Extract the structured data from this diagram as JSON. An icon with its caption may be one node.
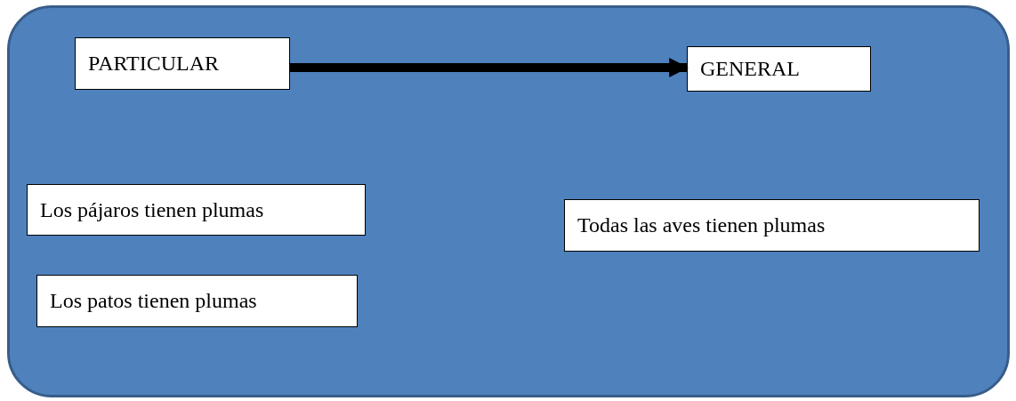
{
  "diagram": {
    "nodes": [
      {
        "text": [],
        "shape": "box"
      },
      {
        "text": [
          "PARTICULAR"
        ],
        "in": 0
      },
      {
        "text": [
          "GENERAL"
        ],
        "in": 0
      },
      {
        "text": [
          "Los pájaros tienen plumas"
        ],
        "in": 0
      },
      {
        "text": [
          "Todas las aves tienen plumas"
        ],
        "in": 0
      },
      {
        "text": [
          "Los patos tienen plumas"
        ],
        "in": 0
      }
    ],
    "edges": [
      {
        "from": 1,
        "to": 2,
        "arrow": "to"
      }
    ]
  }
}
